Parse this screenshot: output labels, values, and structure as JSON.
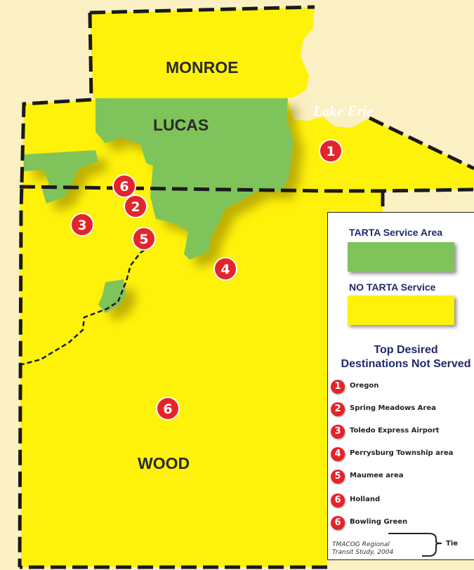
{
  "map": {
    "counties": {
      "monroe": "MONROE",
      "lucas": "LUCAS",
      "wood": "WOOD"
    },
    "lake_label": "Lake Erie",
    "markers": [
      {
        "rank": "1",
        "place": "Oregon"
      },
      {
        "rank": "6",
        "place": "Holland"
      },
      {
        "rank": "2",
        "place": "Spring Meadows Area"
      },
      {
        "rank": "3",
        "place": "Toledo Express Airport"
      },
      {
        "rank": "5",
        "place": "Maumee area"
      },
      {
        "rank": "4",
        "place": "Perrysburg Township area"
      },
      {
        "rank": "6",
        "place": "Bowling Green"
      }
    ],
    "colors": {
      "background": "#fbefc4",
      "no_service": "#fff20a",
      "service": "#7fc45a",
      "marker": "#e5232a"
    }
  },
  "legend": {
    "service_area_label": "TARTA Service Area",
    "no_service_label": "NO TARTA Service",
    "destinations_title_line1": "Top Desired",
    "destinations_title_line2": "Destinations Not Served",
    "destinations": [
      {
        "rank": "1",
        "label": "Oregon"
      },
      {
        "rank": "2",
        "label": "Spring Meadows Area"
      },
      {
        "rank": "3",
        "label": "Toledo Express Airport"
      },
      {
        "rank": "4",
        "label": "Perrysburg Township area"
      },
      {
        "rank": "5",
        "label": "Maumee area"
      },
      {
        "rank": "6",
        "label": "Holland"
      },
      {
        "rank": "6",
        "label": "Bowling Green"
      }
    ],
    "tie_label": "Tie",
    "source_line1": "TMACOG Regional",
    "source_line2": "Transit Study, 2004"
  }
}
